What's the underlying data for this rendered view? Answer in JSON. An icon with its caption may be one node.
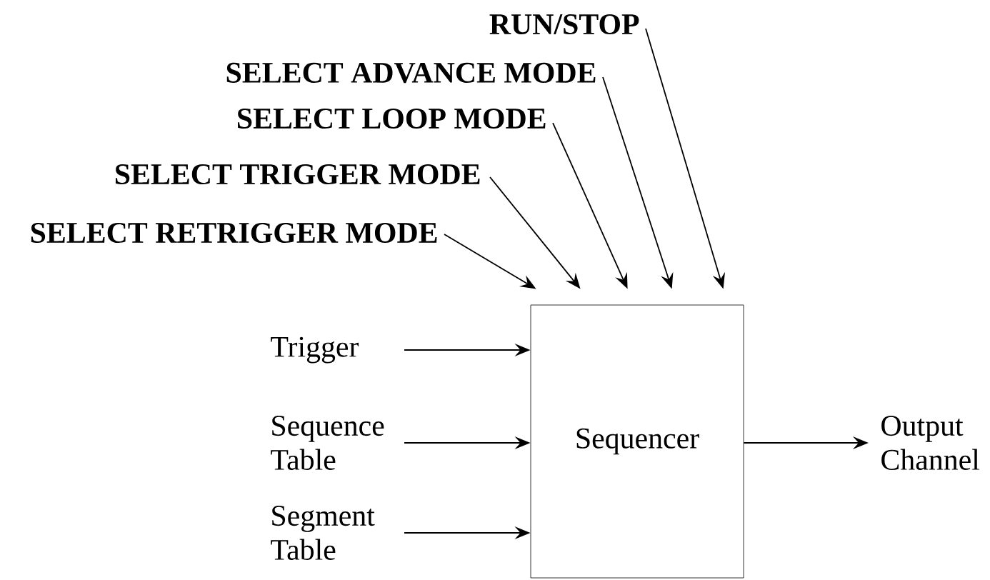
{
  "diagram": {
    "nodes": [
      {
        "text": [
          "RUN/STOP"
        ]
      },
      {
        "text": [
          "SELECT ADVANCE MODE"
        ]
      },
      {
        "text": [
          "SELECT LOOP MODE"
        ]
      },
      {
        "text": [
          "SELECT TRIGGER MODE"
        ]
      },
      {
        "text": [
          "SELECT RETRIGGER MODE"
        ]
      },
      {
        "text": [
          "Trigger"
        ]
      },
      {
        "text": [
          "Sequence Table"
        ]
      },
      {
        "text": [
          "Segment Table"
        ]
      },
      {
        "text": [
          "Sequencer"
        ]
      },
      {
        "text": [
          "Output Channel"
        ]
      }
    ],
    "edges": [
      {
        "from": 0,
        "to": 8,
        "arrow": "to"
      },
      {
        "from": 1,
        "to": 8,
        "arrow": "to"
      },
      {
        "from": 2,
        "to": 8,
        "arrow": "to"
      },
      {
        "from": 3,
        "to": 8,
        "arrow": "to"
      },
      {
        "from": 4,
        "to": 8,
        "arrow": "to"
      },
      {
        "from": 5,
        "to": 8,
        "arrow": "to"
      },
      {
        "from": 6,
        "to": 8,
        "arrow": "to"
      },
      {
        "from": 7,
        "to": 8,
        "arrow": "to"
      },
      {
        "from": 8,
        "to": 9,
        "arrow": "to"
      }
    ]
  }
}
